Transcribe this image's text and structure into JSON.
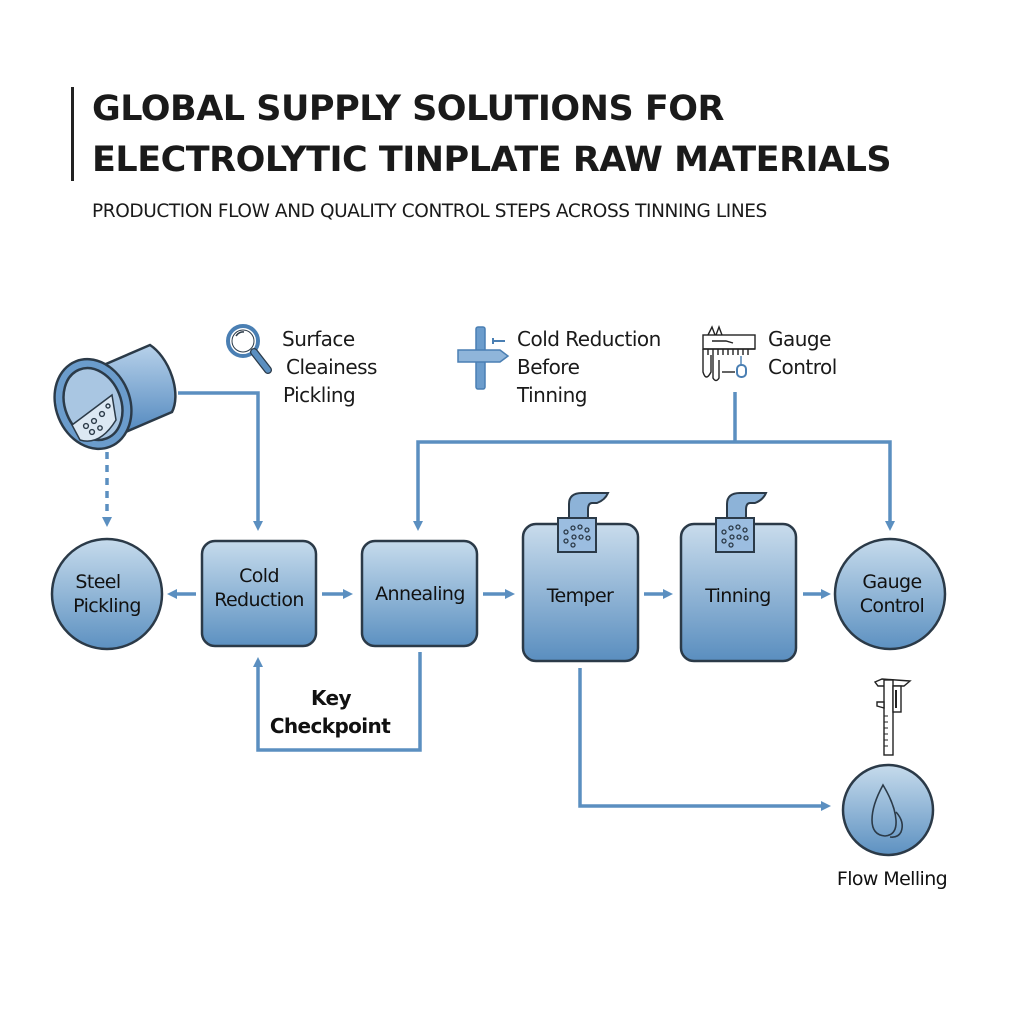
{
  "header": {
    "title_line1": "GLOBAL SUPPLY SOLUTIONS FOR",
    "title_line2": "ELECTROLYTIC TINPLATE RAW MATERIALS",
    "subtitle": "PRODUCTION FLOW AND QUALITY CONTROL STEPS ACROSS TINNING LINES"
  },
  "colors": {
    "line": "#5b8fc0",
    "node_fill_top": "#c3d8ea",
    "node_fill_bottom": "#5e92c2",
    "node_stroke": "#2b3a48",
    "text": "#111111"
  },
  "annotations": {
    "surface": {
      "icon": "magnifier-icon",
      "lines": [
        "Surface",
        "Cleainess",
        "Pickling"
      ]
    },
    "cold_reduction": {
      "icon": "cross-arrow-icon",
      "lines": [
        "Cold Reduction",
        "Before",
        "Tinning"
      ]
    },
    "gauge": {
      "icon": "caliper-icon",
      "lines": [
        "Gauge",
        "Control"
      ]
    }
  },
  "nodes": {
    "steel_pickling": {
      "shape": "circle",
      "lines": [
        "Steel",
        "Pickling"
      ]
    },
    "cold_reduction": {
      "shape": "rounded-box",
      "lines": [
        "Cold",
        "Reduction"
      ]
    },
    "annealing": {
      "shape": "rounded-box",
      "lines": [
        "Annealing"
      ]
    },
    "temper": {
      "shape": "tank",
      "lines": [
        "Temper"
      ]
    },
    "tinning": {
      "shape": "tank",
      "lines": [
        "Tinning"
      ]
    },
    "gauge_control": {
      "shape": "circle",
      "lines": [
        "Gauge",
        "Control"
      ]
    },
    "flow_melling": {
      "shape": "circle",
      "icon": "droplet-icon",
      "label": "Flow Melling"
    }
  },
  "checkpoint": {
    "lines": [
      "Key",
      "Checkpoint"
    ]
  },
  "icons": {
    "raw_material": "steel-coil-pipe-icon",
    "flow_gauge": "vertical-caliper-icon"
  },
  "edges": [
    {
      "from": "raw_material",
      "to": "steel_pickling",
      "style": "dashed"
    },
    {
      "from": "raw_material",
      "to": "cold_reduction",
      "style": "solid"
    },
    {
      "from": "cold_reduction",
      "to": "steel_pickling",
      "style": "solid"
    },
    {
      "from": "cold_reduction",
      "to": "annealing",
      "style": "solid"
    },
    {
      "from": "annealing",
      "to": "temper",
      "style": "solid"
    },
    {
      "from": "temper",
      "to": "tinning",
      "style": "solid"
    },
    {
      "from": "tinning",
      "to": "gauge_control",
      "style": "solid"
    },
    {
      "from": "gauge_annotation",
      "to": "annealing",
      "style": "solid"
    },
    {
      "from": "gauge_annotation",
      "to": "gauge_control",
      "style": "solid"
    },
    {
      "from": "annealing",
      "to": "cold_reduction",
      "style": "solid",
      "label": "Key Checkpoint"
    },
    {
      "from": "temper",
      "to": "flow_melling",
      "style": "solid"
    }
  ]
}
